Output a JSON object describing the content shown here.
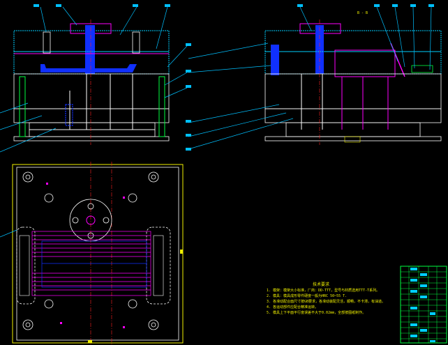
{
  "section_label": "B - B",
  "notes": {
    "title": "技术要求",
    "items": [
      "1. 模架：模架大小标准，厂商：DD-TTT，型号与材质选用TTT-T系列。",
      "2. 模具：模具成形零件硬度一般为HRC 50~55 T.",
      "3. 各滑动配合面尺寸按GB要求，各滑动装配灵活，顺畅，不卡滞，有油道。",
      "4. 各运动部件应配合精准运转。",
      "5. 模具上下平面平行度误差不大于0.02mm，全部按图纸制作。"
    ]
  },
  "colors": {
    "background": "#000000",
    "outline": "#ffffff",
    "hatch": "#00d0ff",
    "runner": "#1030ff",
    "accent": "#ff00ff",
    "leader": "#00c0ff",
    "text": "#f0f000",
    "frame": "#f0f000",
    "green": "#00ff40",
    "red": "#ff2020"
  }
}
